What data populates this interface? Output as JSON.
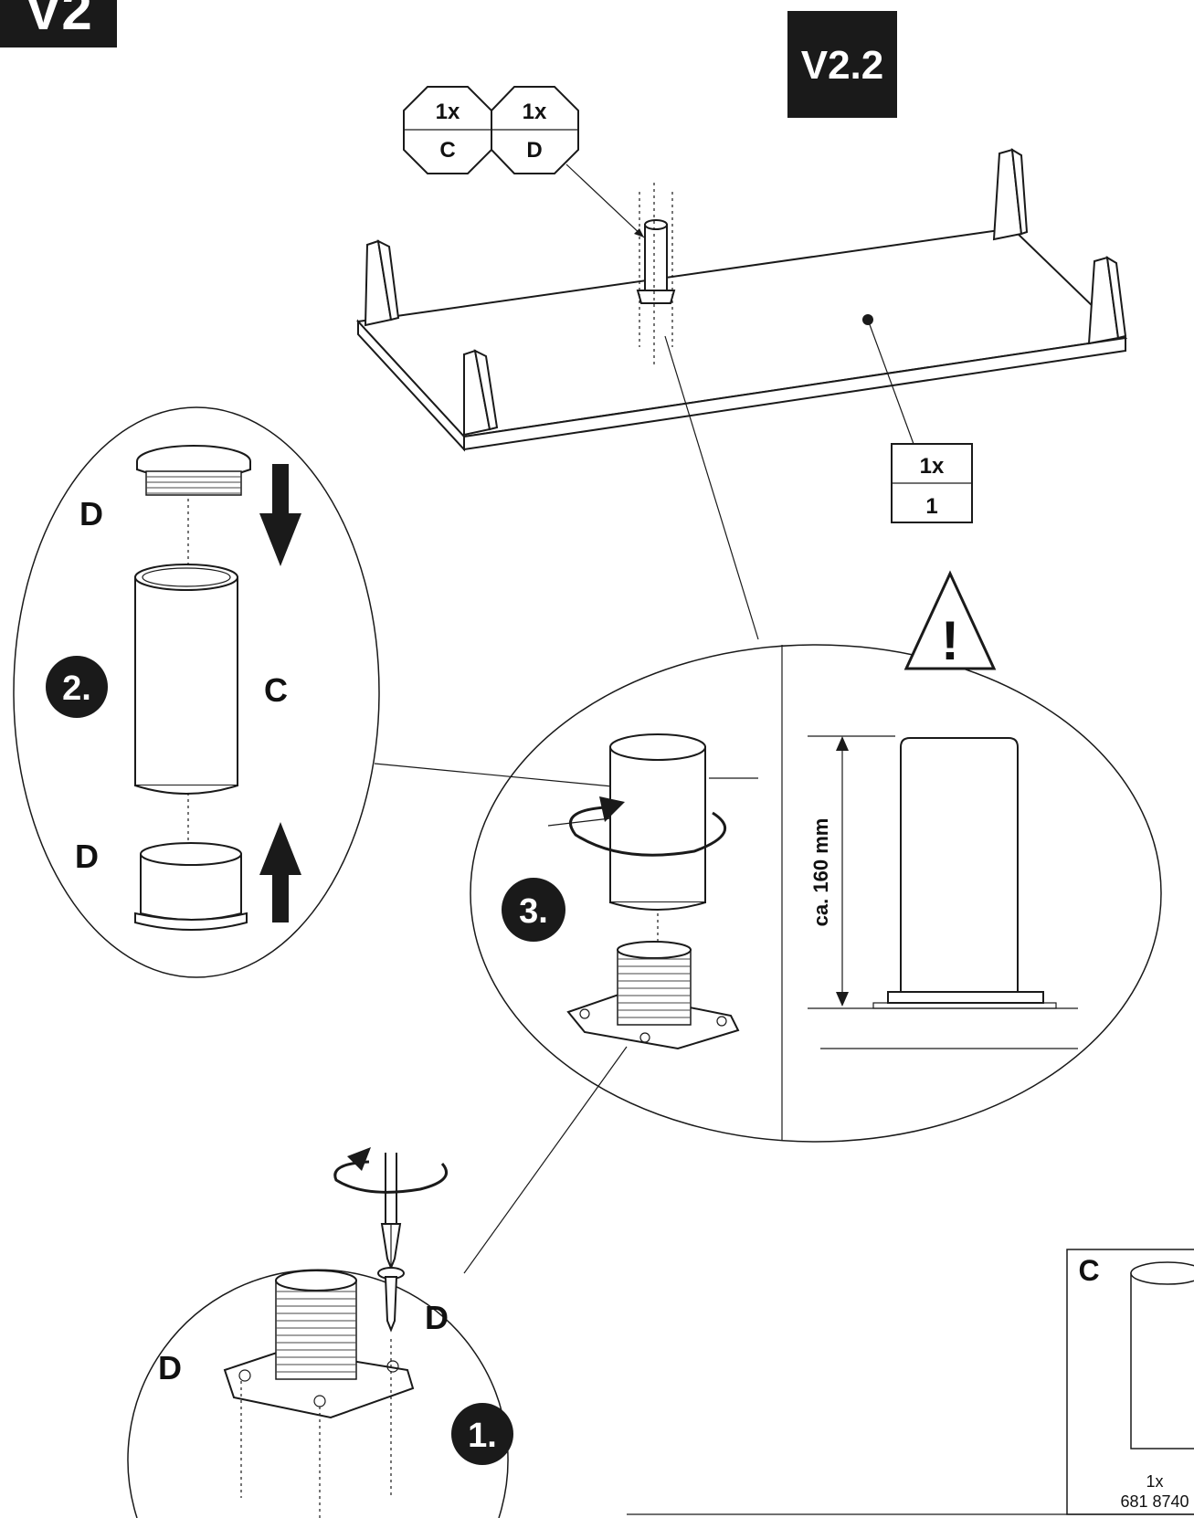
{
  "step_badges": {
    "corner": "V2",
    "main": "V2.2"
  },
  "callout_top": {
    "left": {
      "qty": "1x",
      "part": "C"
    },
    "right": {
      "qty": "1x",
      "part": "D"
    }
  },
  "callout_panel": {
    "qty": "1x",
    "part": "1"
  },
  "steps": {
    "one": "1.",
    "two": "2.",
    "three": "3."
  },
  "part_labels": {
    "cap_top": "D",
    "tube": "C",
    "cap_bottom": "D",
    "screw": "D",
    "plate": "D"
  },
  "dimension": "ca. 160 mm",
  "warning_symbol": "!",
  "parts_box": {
    "letter": "C",
    "qty": "1x",
    "article": "681 8740"
  },
  "colors": {
    "ink": "#1a1a1a",
    "badge": "#1a1a1a",
    "paper": "#ffffff"
  }
}
